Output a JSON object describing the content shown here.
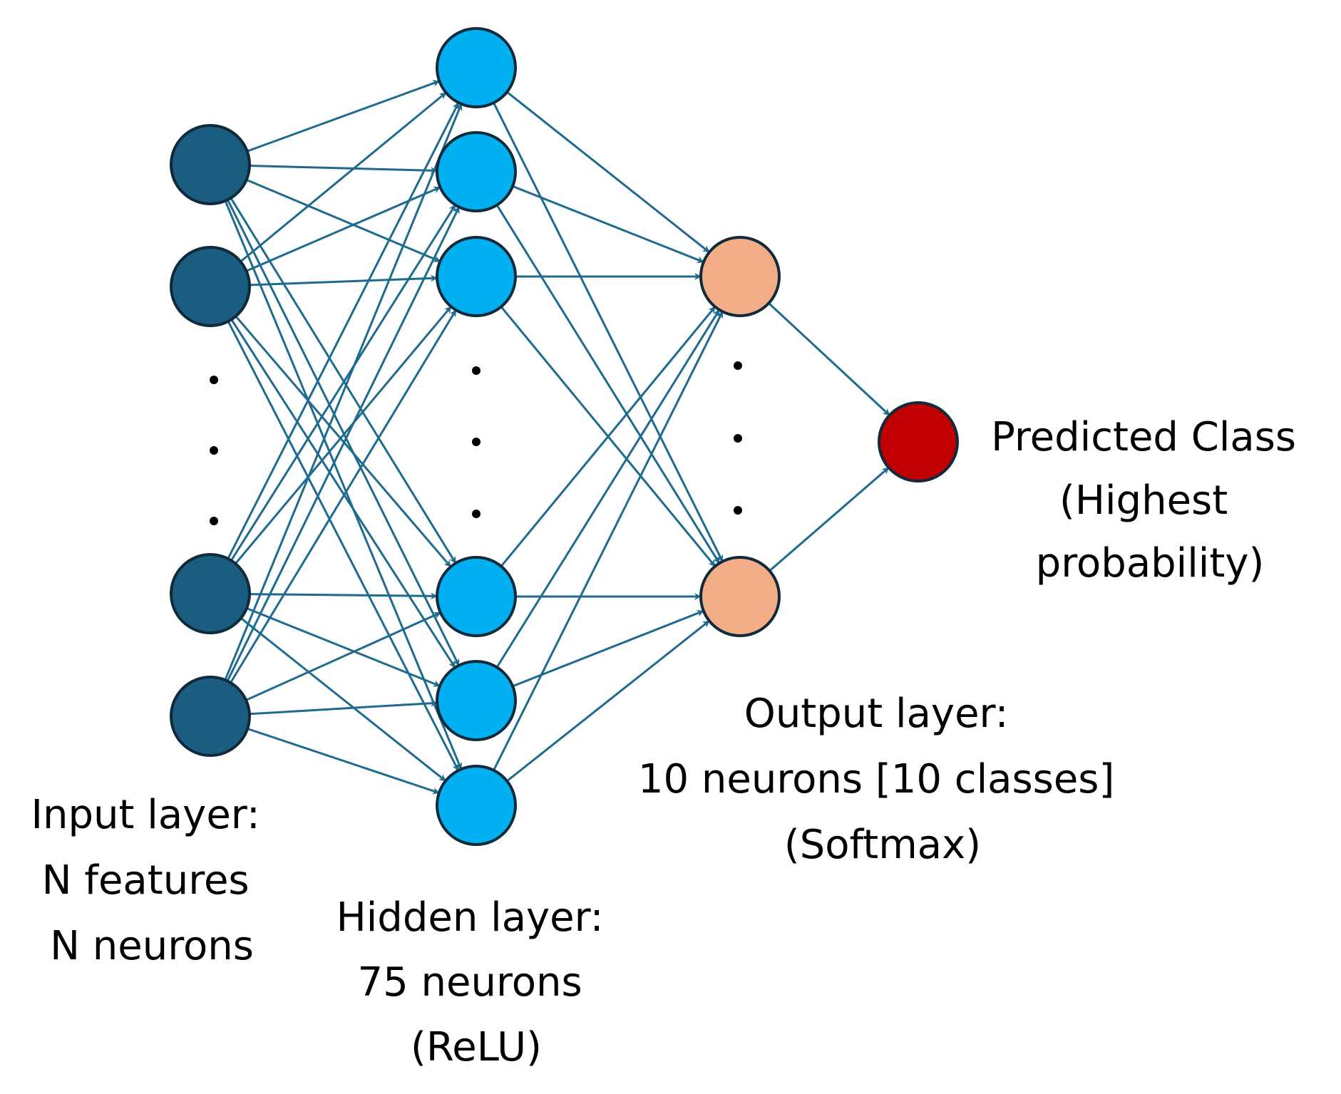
{
  "diagram": {
    "colors": {
      "edge": "#1f6b8f",
      "node_stroke": "#0f2a3a",
      "input_fill": "#1a5d80",
      "hidden_fill": "#00b0f0",
      "output_fill": "#f2ac86",
      "predicted_fill": "#c00000"
    },
    "layers": [
      {
        "key": "input",
        "label_lines": [
          "Input layer:",
          "N features",
          "N neurons"
        ]
      },
      {
        "key": "hidden",
        "label_lines": [
          "Hidden layer:",
          "75 neurons",
          "(ReLU)"
        ]
      },
      {
        "key": "output",
        "label_lines": [
          "Output layer:",
          "10 neurons [10 classes]",
          "(Softmax)"
        ]
      },
      {
        "key": "predicted",
        "label_lines": [
          "Predicted Class",
          "(Highest",
          "probability)"
        ]
      }
    ]
  }
}
